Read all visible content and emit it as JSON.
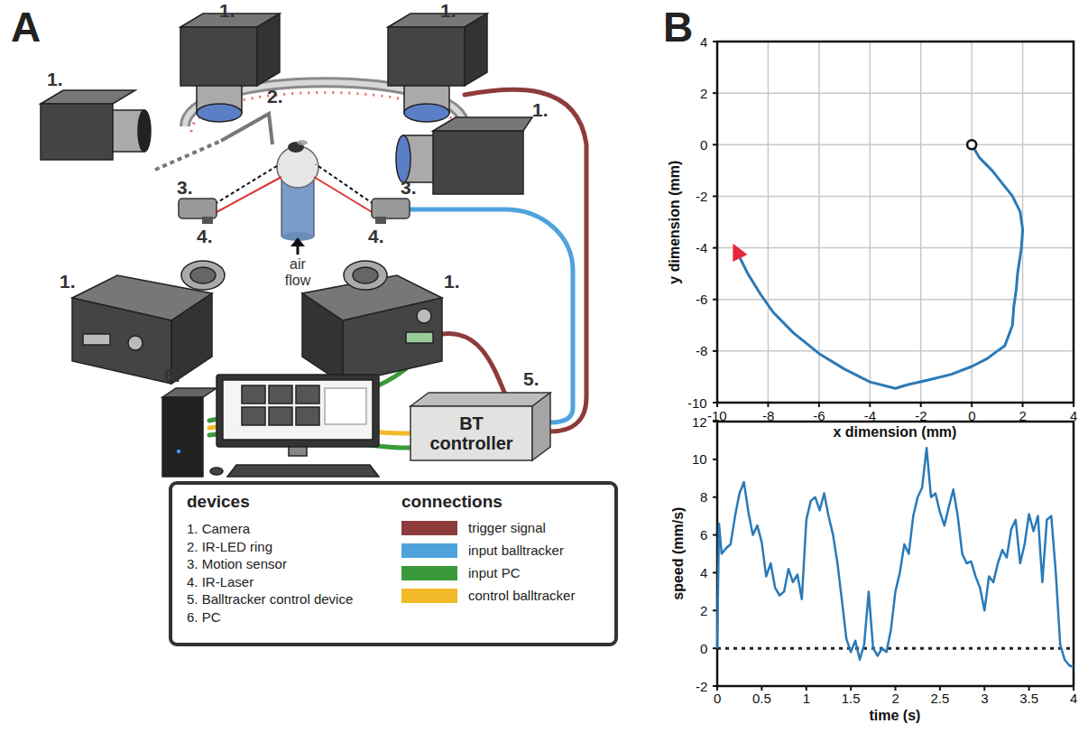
{
  "diagram": {
    "nodes": [
      {
        "text": [
          "devices",
          "1. Camera",
          "2. IR-LED ring",
          "3. Motion sensor",
          "4. IR-Laser",
          "5. Balltracker control device",
          "6. PC",
          "connections"
        ]
      },
      {
        "text": [
          "BT controller"
        ]
      }
    ],
    "labels": [
      "A",
      "B",
      "1.",
      "1.",
      "1.",
      "1.",
      "1.",
      "1.",
      "2.",
      "3.",
      "3.",
      "4.",
      "4.",
      "air flow",
      "5.",
      "6.",
      "4",
      "2",
      "0",
      "-2",
      "-4",
      "-6",
      "-8",
      "-10",
      "y dimension (mm)",
      "-10",
      "-8",
      "-6",
      "-4",
      "-2",
      "0",
      "2",
      "4",
      "x dimension (mm)",
      "12",
      "10",
      "8",
      "6",
      "4",
      "2",
      "0",
      "-2",
      "speed (mm/s)",
      "0",
      "0.5",
      "1",
      "1.5",
      "2",
      "2.5",
      "3",
      "3.5",
      "4",
      "time (s)"
    ],
    "legend": [
      {
        "text": "trigger signal",
        "color": "#8e3b3b"
      },
      {
        "text": "input balltracker",
        "color": "#4ea3dc"
      },
      {
        "text": "input PC",
        "color": "#3a9a3a"
      },
      {
        "text": "control balltracker",
        "color": "#f2b928"
      }
    ]
  }
}
